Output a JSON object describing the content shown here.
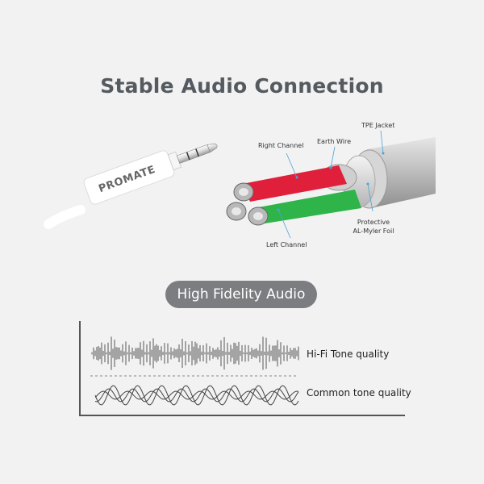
{
  "title": "Stable Audio Connection",
  "brand": "PROMATE",
  "cable_labels": {
    "right_channel": "Right Channel",
    "earth_wire": "Earth Wire",
    "tpe_jacket": "TPE Jacket",
    "protective_line1": "Protective",
    "protective_line2": "AL-Myler Foil",
    "left_channel": "Left Channel"
  },
  "section_pill": "High Fidelity Audio",
  "waves": {
    "hifi_label": "Hi-Fi Tone quality",
    "common_label": "Common tone quality"
  },
  "colors": {
    "title": "#555a60",
    "pill_bg": "#7b7d80",
    "right_channel": "#e0203a",
    "left_channel": "#2fb44a",
    "jacket": "#c8c8c8"
  }
}
